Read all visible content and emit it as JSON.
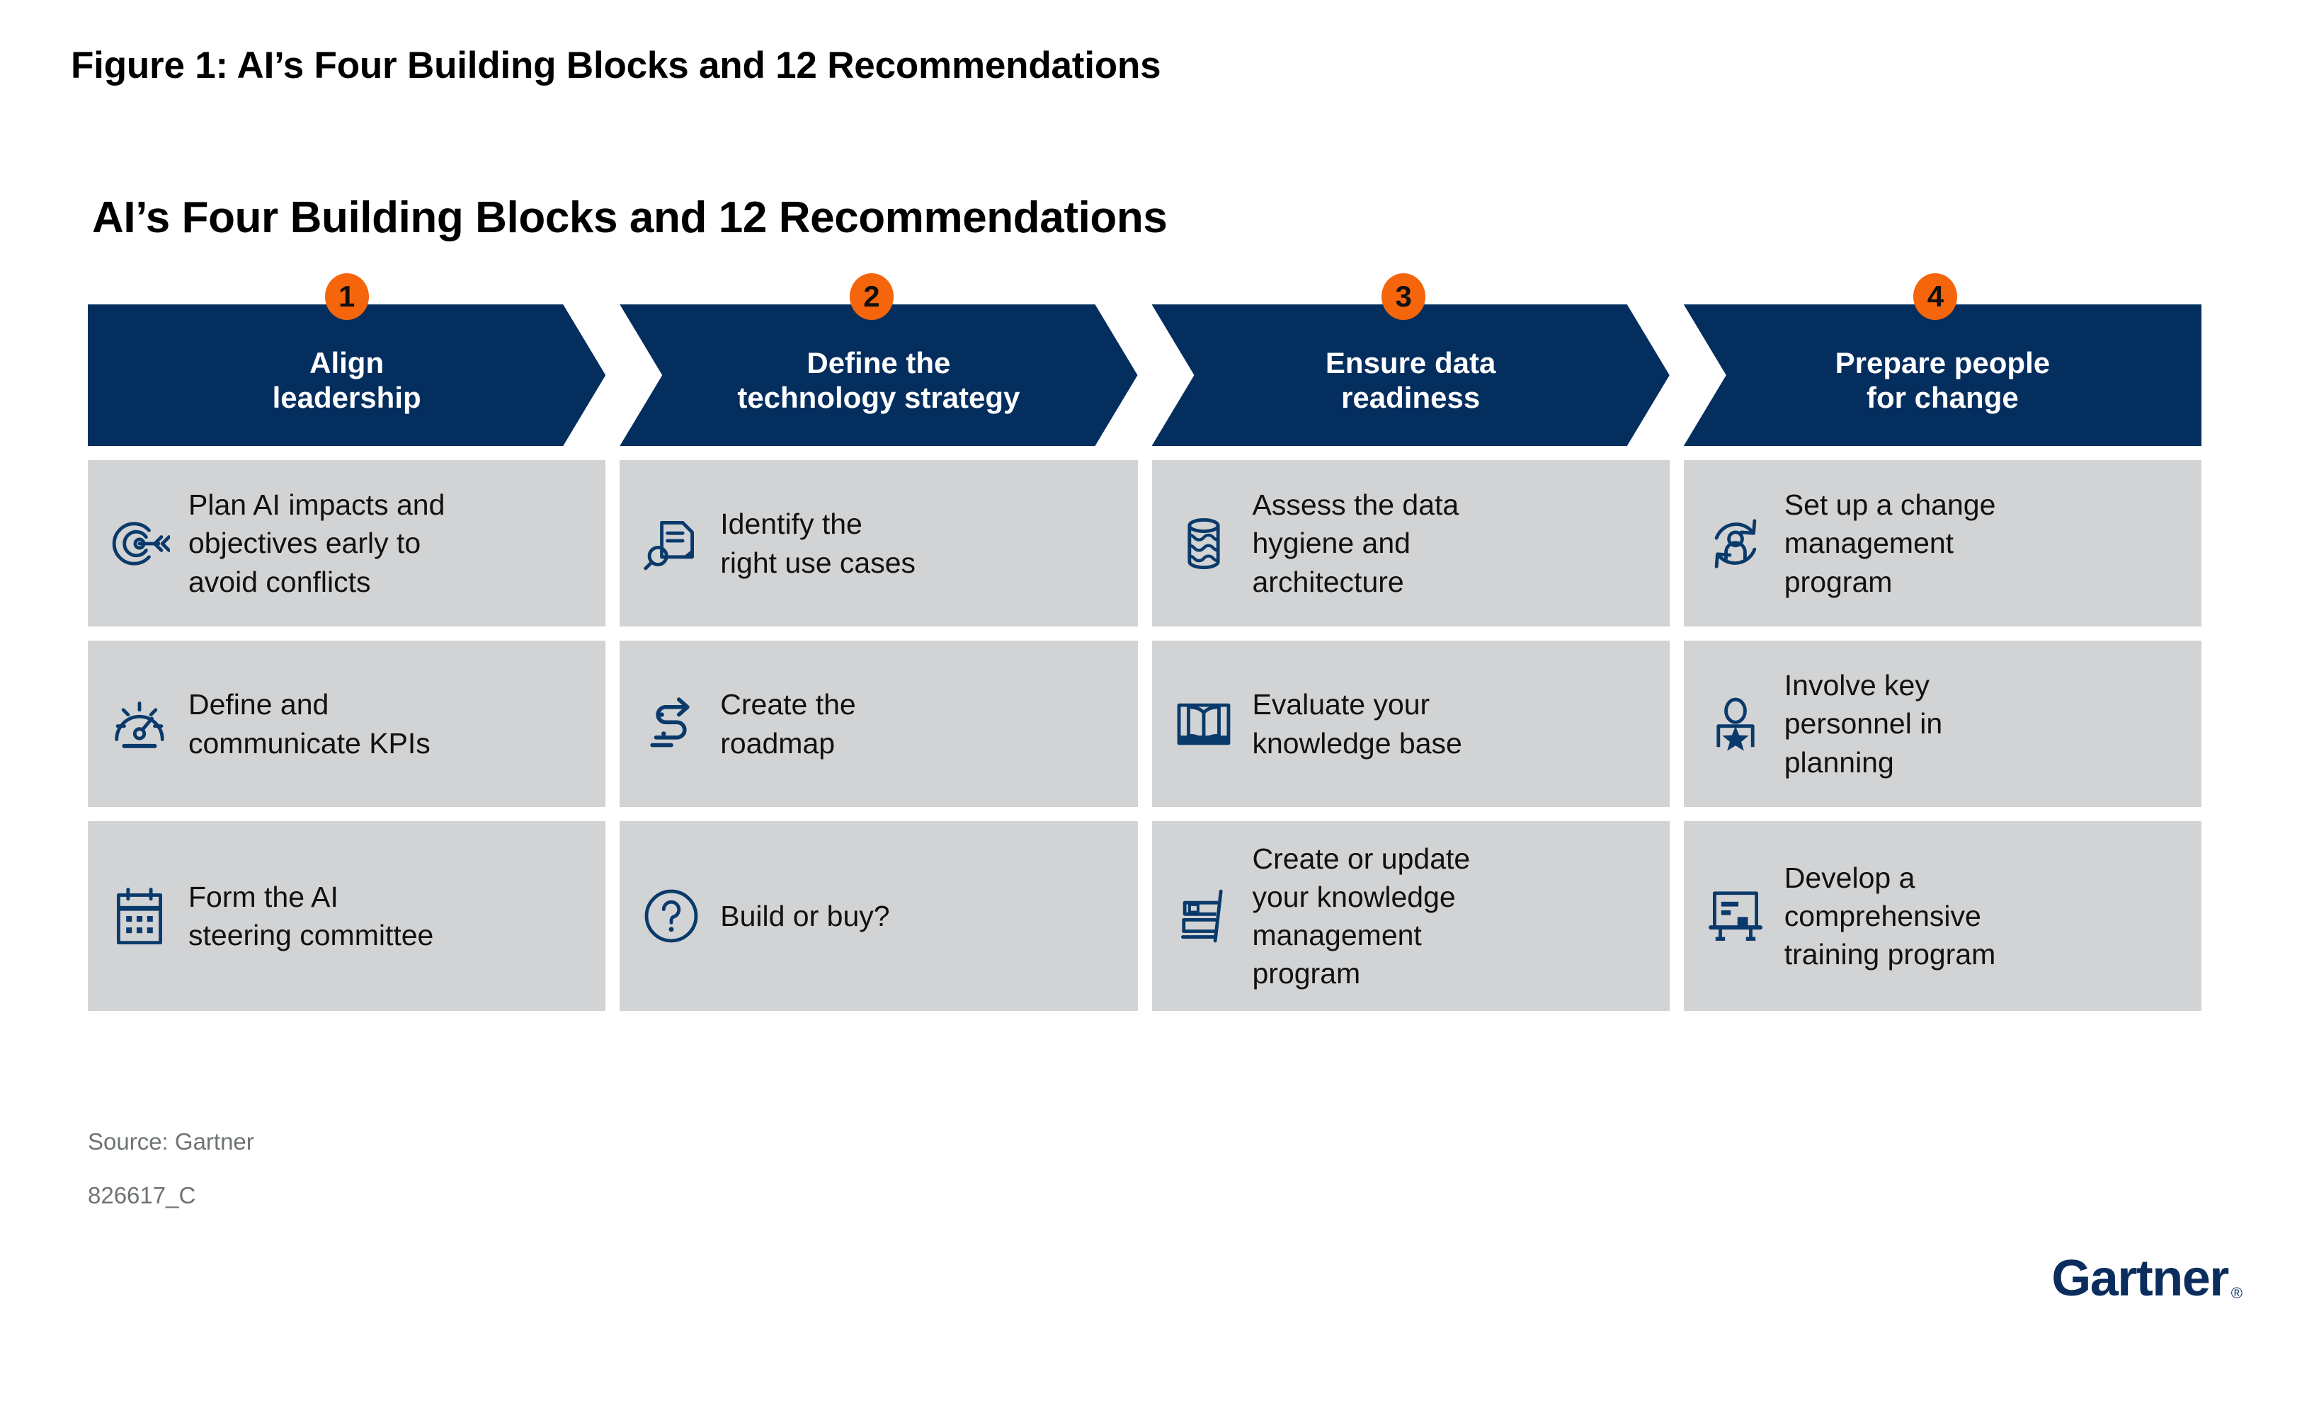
{
  "figure": {
    "caption": "Figure 1: AI’s Four Building Blocks and 12 Recommendations",
    "title": "AI’s Four Building Blocks and 12 Recommendations"
  },
  "colors": {
    "navy": "#042E5E",
    "orange": "#F4650C",
    "cell_gray": "#D2D3D4",
    "source_gray": "#6E7375",
    "icon_navy": "#0A3A6B",
    "background": "#FFFFFF"
  },
  "columns": [
    {
      "number": "1",
      "title": "Align\nleadership"
    },
    {
      "number": "2",
      "title": "Define the\ntechnology strategy"
    },
    {
      "number": "3",
      "title": "Ensure data\nreadiness"
    },
    {
      "number": "4",
      "title": "Prepare people\nfor change"
    }
  ],
  "rows": [
    {
      "cells": [
        {
          "icon": "target-arrows-icon",
          "text": "Plan AI impacts and\nobjectives early to\navoid conflicts"
        },
        {
          "icon": "document-search-icon",
          "text": "Identify the\nright use cases"
        },
        {
          "icon": "database-waves-icon",
          "text": "Assess the data\nhygiene and\narchitecture"
        },
        {
          "icon": "person-change-cycle-icon",
          "text": "Set up a change\nmanagement\nprogram"
        }
      ]
    },
    {
      "cells": [
        {
          "icon": "gauge-kpi-icon",
          "text": "Define and\ncommunicate KPIs"
        },
        {
          "icon": "winding-road-arrow-icon",
          "text": "Create the\nroadmap"
        },
        {
          "icon": "open-book-icon",
          "text": "Evaluate your\nknowledge base"
        },
        {
          "icon": "person-star-icon",
          "text": "Involve key\npersonnel in\nplanning"
        }
      ]
    },
    {
      "cells": [
        {
          "icon": "calendar-icon",
          "text": "Form the AI\nsteering committee"
        },
        {
          "icon": "question-circle-icon",
          "text": "Build or buy?"
        },
        {
          "icon": "bookshelf-icon",
          "text": "Create or update\nyour knowledge\nmanagement\nprogram"
        },
        {
          "icon": "presentation-board-icon",
          "text": "Develop a\ncomprehensive\ntraining program"
        }
      ]
    }
  ],
  "footer": {
    "source": "Source: Gartner",
    "doc_id": "826617_C"
  },
  "brand": {
    "name": "Gartner",
    "registered": "®"
  }
}
